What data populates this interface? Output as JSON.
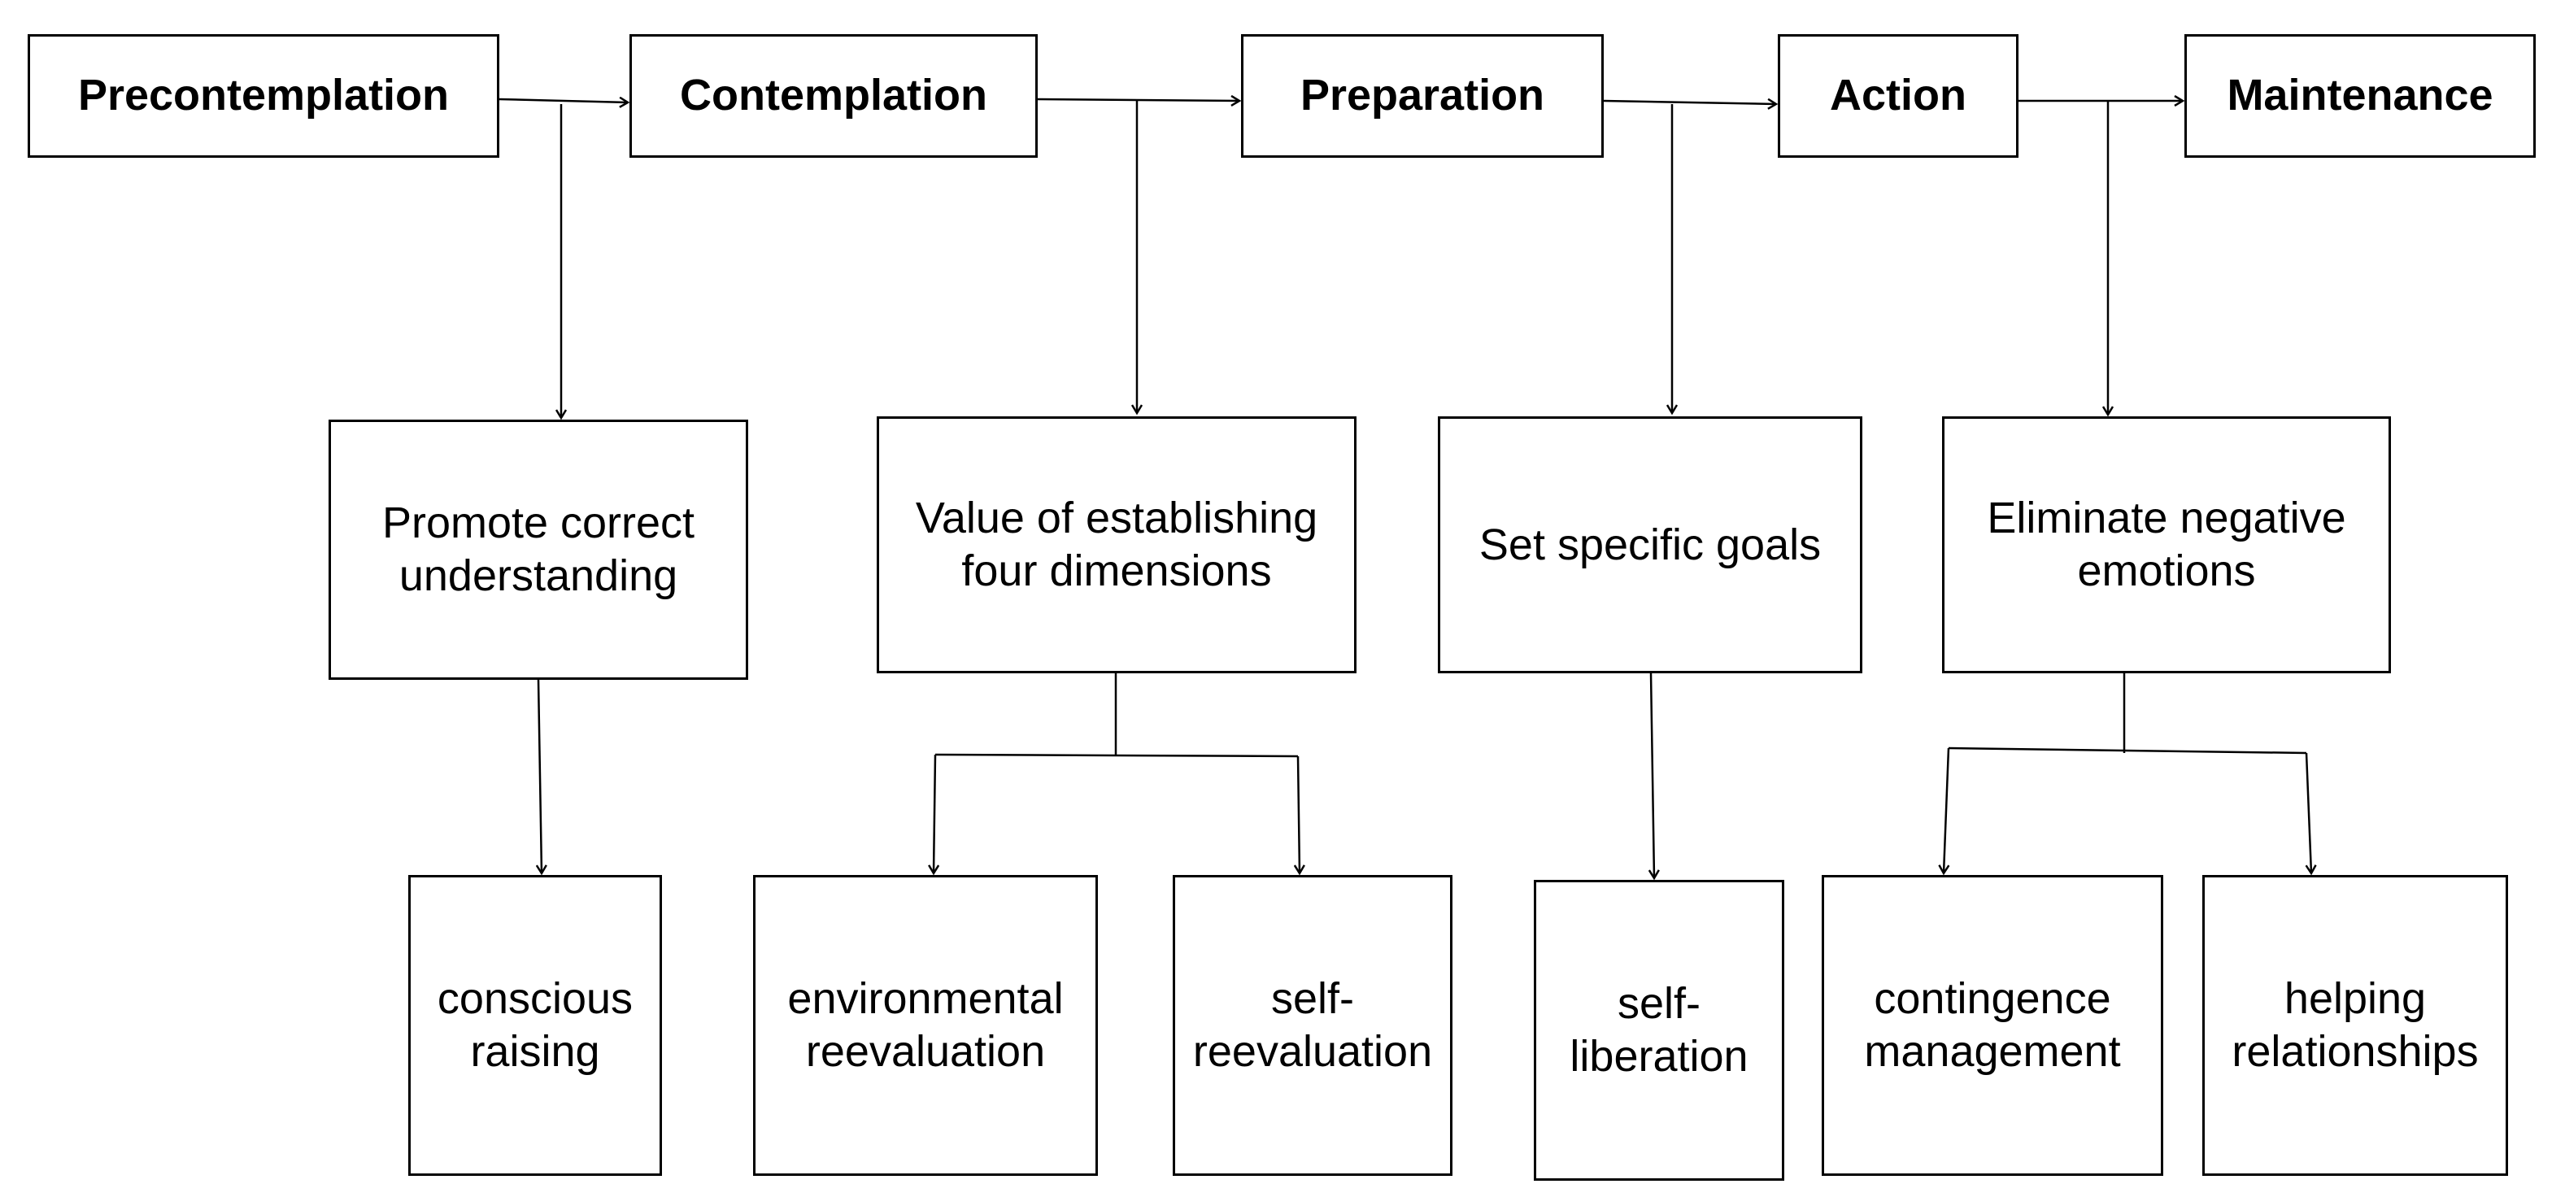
{
  "stages": {
    "precontemplation": "Precontemplation",
    "contemplation": "Contemplation",
    "preparation": "Preparation",
    "action": "Action",
    "maintenance": "Maintenance"
  },
  "strategies": {
    "understanding": "Promote correct understanding",
    "value": "Value of establishing four dimensions",
    "goals": "Set specific goals",
    "emotions": "Eliminate negative emotions"
  },
  "processes": {
    "conscious": "conscious raising",
    "environmental": "environmental reevaluation",
    "self_reevaluation": "self-\nreevaluation",
    "self_liberation": "self-\nliberation",
    "contingence": "contingence management",
    "helping": "helping relationships"
  },
  "colors": {
    "stroke": "#000000",
    "background": "#ffffff"
  }
}
